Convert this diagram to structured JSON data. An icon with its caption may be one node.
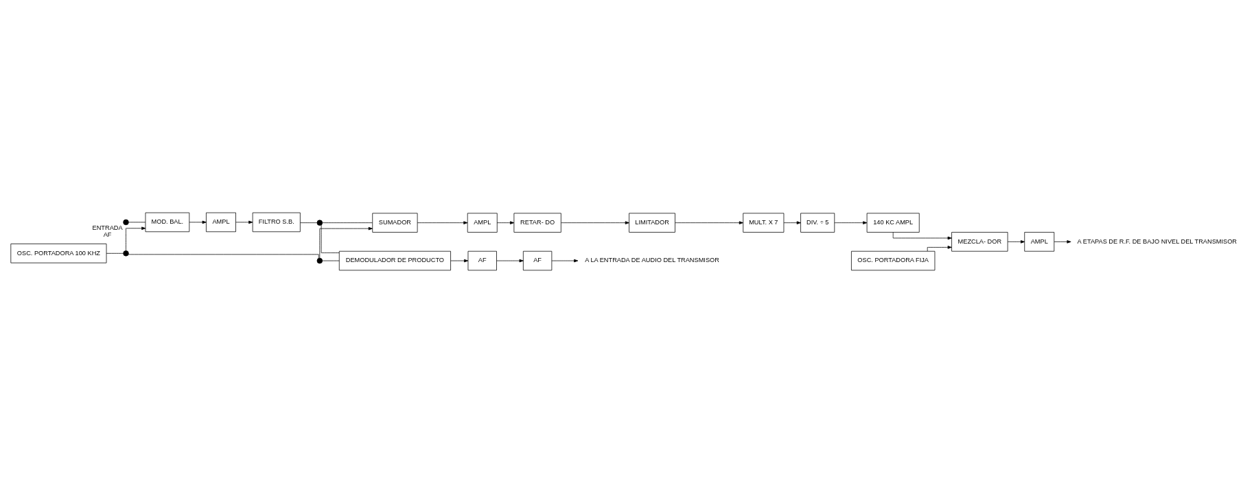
{
  "diagram": {
    "nodes": [
      {
        "text": [],
        "shape": "circle",
        "beside": [
          "ENTRADA",
          "AF"
        ]
      },
      {
        "text": [
          "MOD. BAL."
        ]
      },
      {
        "text": [
          "AMPL"
        ]
      },
      {
        "text": [
          "FILTRO S.B."
        ]
      },
      {
        "text": [],
        "shape": "circle"
      },
      {
        "text": [
          "SUMADOR"
        ]
      },
      {
        "text": [
          "AMPL"
        ]
      },
      {
        "text": [
          "RETAR- DO"
        ]
      },
      {
        "text": [
          "LIMITADOR"
        ]
      },
      {
        "text": [
          "MULT. X 7"
        ]
      },
      {
        "text": [
          "DIV. ÷ 5"
        ]
      },
      {
        "text": [
          "140 KC AMPL"
        ]
      },
      {
        "text": [
          "MEZCLA- DOR"
        ]
      },
      {
        "text": [
          "AMPL"
        ]
      },
      {
        "text": [
          "A ETAPAS DE R.F. DE BAJO NIVEL DEL TRANSMISOR"
        ]
      },
      {
        "text": [
          "OSC. PORTADORA FIJA"
        ]
      },
      {
        "text": [
          "OSC. PORTADORA 100 KHZ"
        ]
      },
      {
        "text": [],
        "shape": "circle"
      },
      {
        "text": [],
        "shape": "circle"
      },
      {
        "text": [
          "DEMODULADOR DE PRODUCTO"
        ]
      },
      {
        "text": [
          "AF"
        ]
      },
      {
        "text": [
          "AF"
        ]
      },
      {
        "text": [
          "A LA ENTRADA DE AUDIO DEL TRANSMISOR"
        ]
      }
    ],
    "edges": [
      {
        "from": 0,
        "to": 1,
        "arrow": "none"
      },
      {
        "from": 1,
        "to": 2,
        "arrow": "to"
      },
      {
        "from": 2,
        "to": 3,
        "arrow": "to"
      },
      {
        "from": 3,
        "to": 4,
        "arrow": "none"
      },
      {
        "from": 4,
        "to": 5,
        "arrow": "none"
      },
      {
        "from": 5,
        "to": 6,
        "arrow": "to"
      },
      {
        "from": 6,
        "to": 7,
        "arrow": "to"
      },
      {
        "from": 7,
        "to": 8,
        "arrow": "to"
      },
      {
        "from": 8,
        "to": 9,
        "arrow": "to"
      },
      {
        "from": 9,
        "to": 10,
        "arrow": "to"
      },
      {
        "from": 10,
        "to": 11,
        "arrow": "to"
      },
      {
        "from": 11,
        "to": 12,
        "arrow": "to"
      },
      {
        "from": 12,
        "to": 13,
        "arrow": "to"
      },
      {
        "from": 13,
        "to": 14,
        "arrow": "to"
      },
      {
        "from": 15,
        "to": 12,
        "arrow": "to"
      },
      {
        "from": 16,
        "to": 17,
        "arrow": "none"
      },
      {
        "from": 17,
        "to": 1,
        "arrow": "to"
      },
      {
        "from": 17,
        "to": 18,
        "arrow": "none"
      },
      {
        "from": 18,
        "to": 5,
        "arrow": "to"
      },
      {
        "from": 18,
        "to": 19,
        "arrow": "none"
      },
      {
        "from": 4,
        "to": 19,
        "arrow": "none"
      },
      {
        "from": 19,
        "to": 20,
        "arrow": "to"
      },
      {
        "from": 20,
        "to": 21,
        "arrow": "to"
      },
      {
        "from": 21,
        "to": 22,
        "arrow": "to"
      }
    ]
  }
}
